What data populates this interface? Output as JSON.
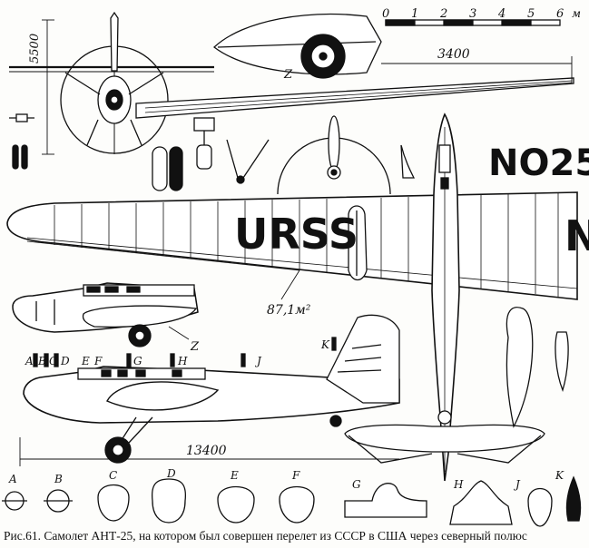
{
  "scale_bar": {
    "ticks": [
      "0",
      "1",
      "2",
      "3",
      "4",
      "5",
      "6"
    ],
    "unit": "м"
  },
  "dimensions": {
    "front_height": "5500",
    "half_span": "3400",
    "wing_area": "87,1м²",
    "length": "13400"
  },
  "markings": {
    "fuselage_code": "NO25",
    "wing_text": "URSS",
    "wing_tip_letter": "N"
  },
  "section_refs": {
    "side_view": [
      "A",
      "B",
      "C",
      "D",
      "E",
      "F",
      "G",
      "H",
      "J",
      "K"
    ],
    "sections": [
      "A",
      "B",
      "C",
      "D",
      "E",
      "F",
      "G",
      "H",
      "J",
      "K"
    ],
    "fairing_label": "Z",
    "fairing_label_side": "Z"
  },
  "caption": "Рис.61. Самолет АНТ-25, на котором был совершен перелет из СССР в США через северный полюс"
}
